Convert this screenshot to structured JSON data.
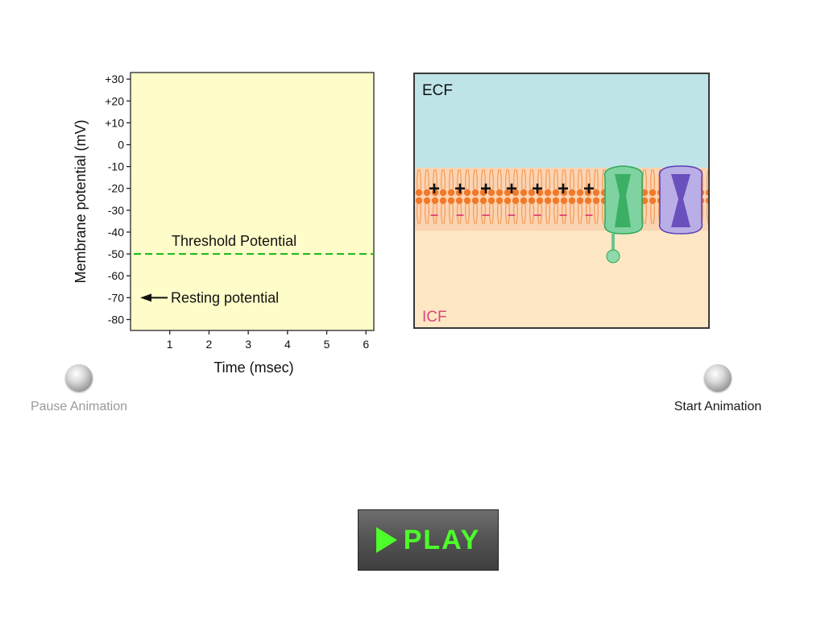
{
  "chart_data": {
    "type": "line",
    "xlabel": "Time (msec)",
    "ylabel": "Membrane potential (mV)",
    "x_ticks": [
      "1",
      "2",
      "3",
      "4",
      "5",
      "6"
    ],
    "y_ticks": [
      "+30",
      "+20",
      "+10",
      "0",
      "-10",
      "-20",
      "-30",
      "-40",
      "-50",
      "-60",
      "-70",
      "-80"
    ],
    "x_tick_values": [
      1,
      2,
      3,
      4,
      5,
      6
    ],
    "y_tick_values": [
      30,
      20,
      10,
      0,
      -10,
      -20,
      -30,
      -40,
      -50,
      -60,
      -70,
      -80
    ],
    "xlim": [
      0,
      6.2
    ],
    "ylim": [
      -85,
      33
    ],
    "threshold": {
      "label": "Threshold Potential",
      "value": -50,
      "color": "#22bb22"
    },
    "resting": {
      "label": "Resting potential",
      "value": -70
    },
    "background": "#fefcc8",
    "grid": false
  },
  "membrane": {
    "ecf_label": "ECF",
    "icf_label": "ICF",
    "ecf_color": "#bfe4e8",
    "icf_color": "#fde7c4",
    "bilayer_color": "#f07a2a",
    "icf_label_color": "#e0457b",
    "positive_charges": [
      "+",
      "+",
      "+",
      "+",
      "+",
      "+",
      "+"
    ],
    "negative_charges": [
      "–",
      "–",
      "–",
      "–",
      "–",
      "–",
      "–"
    ],
    "sodium_channel_color": "#2fa85a",
    "potassium_channel_color": "#5b3fb5"
  },
  "controls": {
    "pause_label": "Pause Animation",
    "start_label": "Start Animation",
    "play_label": "PLAY",
    "play_color": "#4dff2a"
  }
}
